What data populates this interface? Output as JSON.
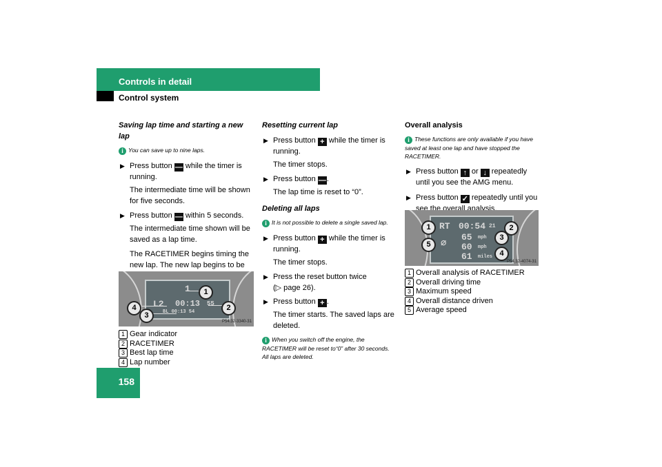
{
  "header": {
    "section": "Controls in detail",
    "subsection": "Control system"
  },
  "page_number": "158",
  "col1": {
    "title": "Saving lap time and starting a new lap",
    "info": "You can save up to nine laps.",
    "step1_a": "Press button",
    "step1_b": "while the timer is running.",
    "step1_note": "The intermediate time will be shown for five seconds.",
    "step2_a": "Press button",
    "step2_b": "within 5 seconds.",
    "step2_note1": "The intermediate time shown will be saved as a lap time.",
    "step2_note2": "The RACETIMER begins timing the new lap. The new lap begins to be timed as soon as the intermediate time is called up.",
    "lcd": {
      "gear": "1",
      "lap": "L2",
      "time": "00:13",
      "tenths": "55",
      "best": "BL 00:13 54"
    },
    "photo_code": "P54.32-3340-31",
    "captions": [
      "Gear indicator",
      "RACETIMER",
      "Best lap time",
      "Lap number"
    ]
  },
  "col2": {
    "title": "Resetting current lap",
    "s1_a": "Press button",
    "s1_b": "while the timer is running.",
    "s1_note": "The timer stops.",
    "s2_a": "Press button",
    "s2_b": ".",
    "s2_note": "The lap time is reset to “0”.",
    "title2": "Deleting all laps",
    "info": "It is not possible to delete a single saved lap.",
    "d1_a": "Press button",
    "d1_b": "while the timer is running.",
    "d1_note": "The timer stops.",
    "d2": "Press the reset button twice",
    "d2_ref": "(▷ page 26).",
    "d3_a": "Press button",
    "d3_b": ".",
    "d3_note": "The timer starts. The saved laps are deleted.",
    "info2": "When you switch off the engine, the RACETIMER will be reset to“0” after 30 seconds. All laps are deleted."
  },
  "col3": {
    "title": "Overall analysis",
    "info": "These functions are only available if you have saved at least one lap and have stopped the RACETIMER.",
    "s1_a": "Press button",
    "s1_mid": "or",
    "s1_b": "repeatedly until you see the AMG menu.",
    "s2_a": "Press button",
    "s2_b": "repeatedly until you see the overall analysis.",
    "lcd": {
      "rt": "RT",
      "time": "00:54",
      "tenths": "21",
      "avg": "∅",
      "v1": "65",
      "u1": "mph",
      "v2": "60",
      "u2": "mph",
      "v3": "61",
      "u3": "miles"
    },
    "photo_code": "P54.32-4074-31",
    "captions": [
      "Overall analysis of RACETIMER",
      "Overall driving time",
      "Maximum speed",
      "Overall distance driven",
      "Average speed"
    ]
  },
  "buttons": {
    "minus": "—",
    "plus": "+",
    "back": "↑",
    "fwd": "↓",
    "down": "✓"
  },
  "callouts": [
    "1",
    "2",
    "3",
    "4",
    "5"
  ]
}
